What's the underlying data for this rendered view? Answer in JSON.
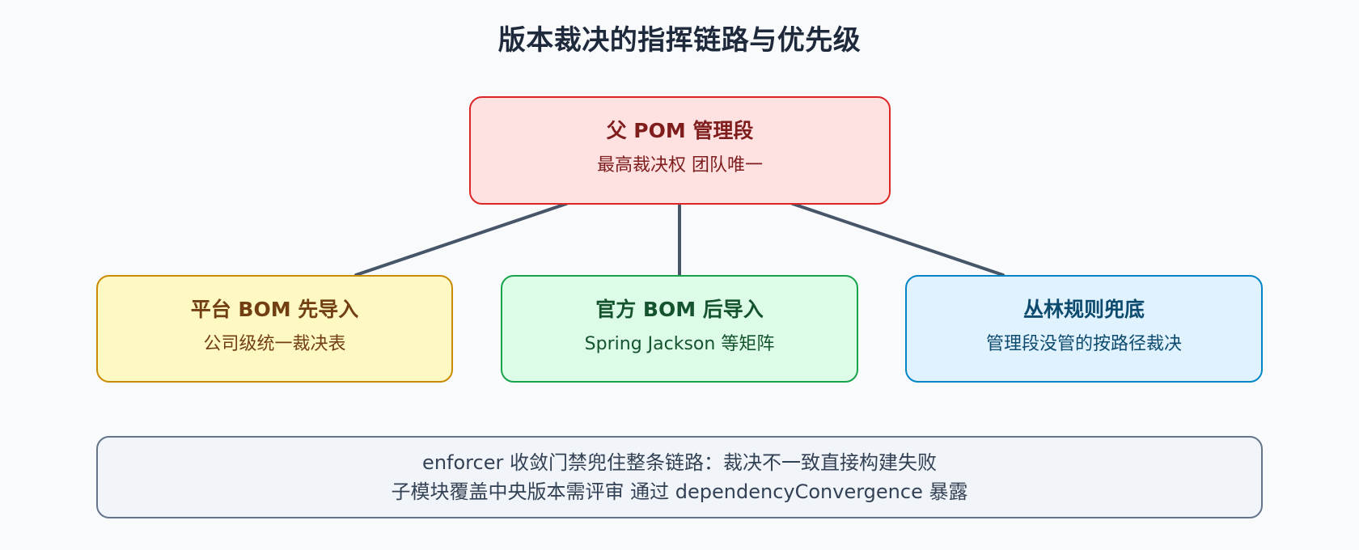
{
  "title": "版本裁决的指挥链路与优先级",
  "root": {
    "title": "父 POM 管理段",
    "subtitle": "最高裁决权 团队唯一"
  },
  "children": [
    {
      "title": "平台 BOM 先导入",
      "subtitle": "公司级统一裁决表"
    },
    {
      "title": "官方 BOM 后导入",
      "subtitle": "Spring Jackson 等矩阵"
    },
    {
      "title": "丛林规则兜底",
      "subtitle": "管理段没管的按路径裁决"
    }
  ],
  "footer": {
    "line1": "enforcer 收敛门禁兜住整条链路：裁决不一致直接构建失败",
    "line2": "子模块覆盖中央版本需评审 通过 dependencyConvergence 暴露"
  },
  "colors": {
    "background": "#f8fafc",
    "connector": "#475569",
    "root_fill": "#fee2e2",
    "root_border": "#dc2626",
    "platform_fill": "#fef9c3",
    "platform_border": "#ca8a04",
    "official_fill": "#dcfce7",
    "official_border": "#16a34a",
    "jungle_fill": "#e0f2fe",
    "jungle_border": "#0284c7",
    "footer_fill": "#f1f5f9",
    "footer_border": "#64748b"
  }
}
